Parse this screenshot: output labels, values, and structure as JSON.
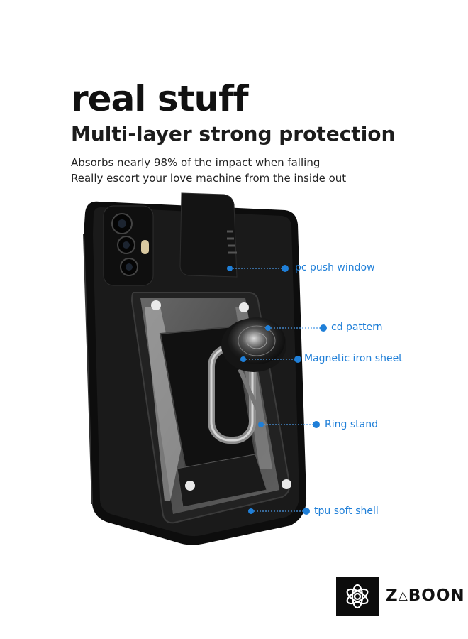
{
  "headline": "real stuff",
  "subheadline": "Multi-layer strong protection",
  "description": [
    "Absorbs nearly 98% of the impact when falling",
    "Really escort your love machine from the inside out"
  ],
  "callouts": [
    {
      "label": "pc push window"
    },
    {
      "label": "cd pattern"
    },
    {
      "label": "Magnetic iron sheet"
    },
    {
      "label": "Ring stand"
    },
    {
      "label": "tpu soft shell"
    }
  ],
  "brand": {
    "name_start": "Z",
    "name_end": "BOON",
    "logo_icon": "flower-knot-logo-icon"
  },
  "colors": {
    "accent": "#1f7fd8",
    "case": "#111111",
    "background": "#ffffff"
  }
}
